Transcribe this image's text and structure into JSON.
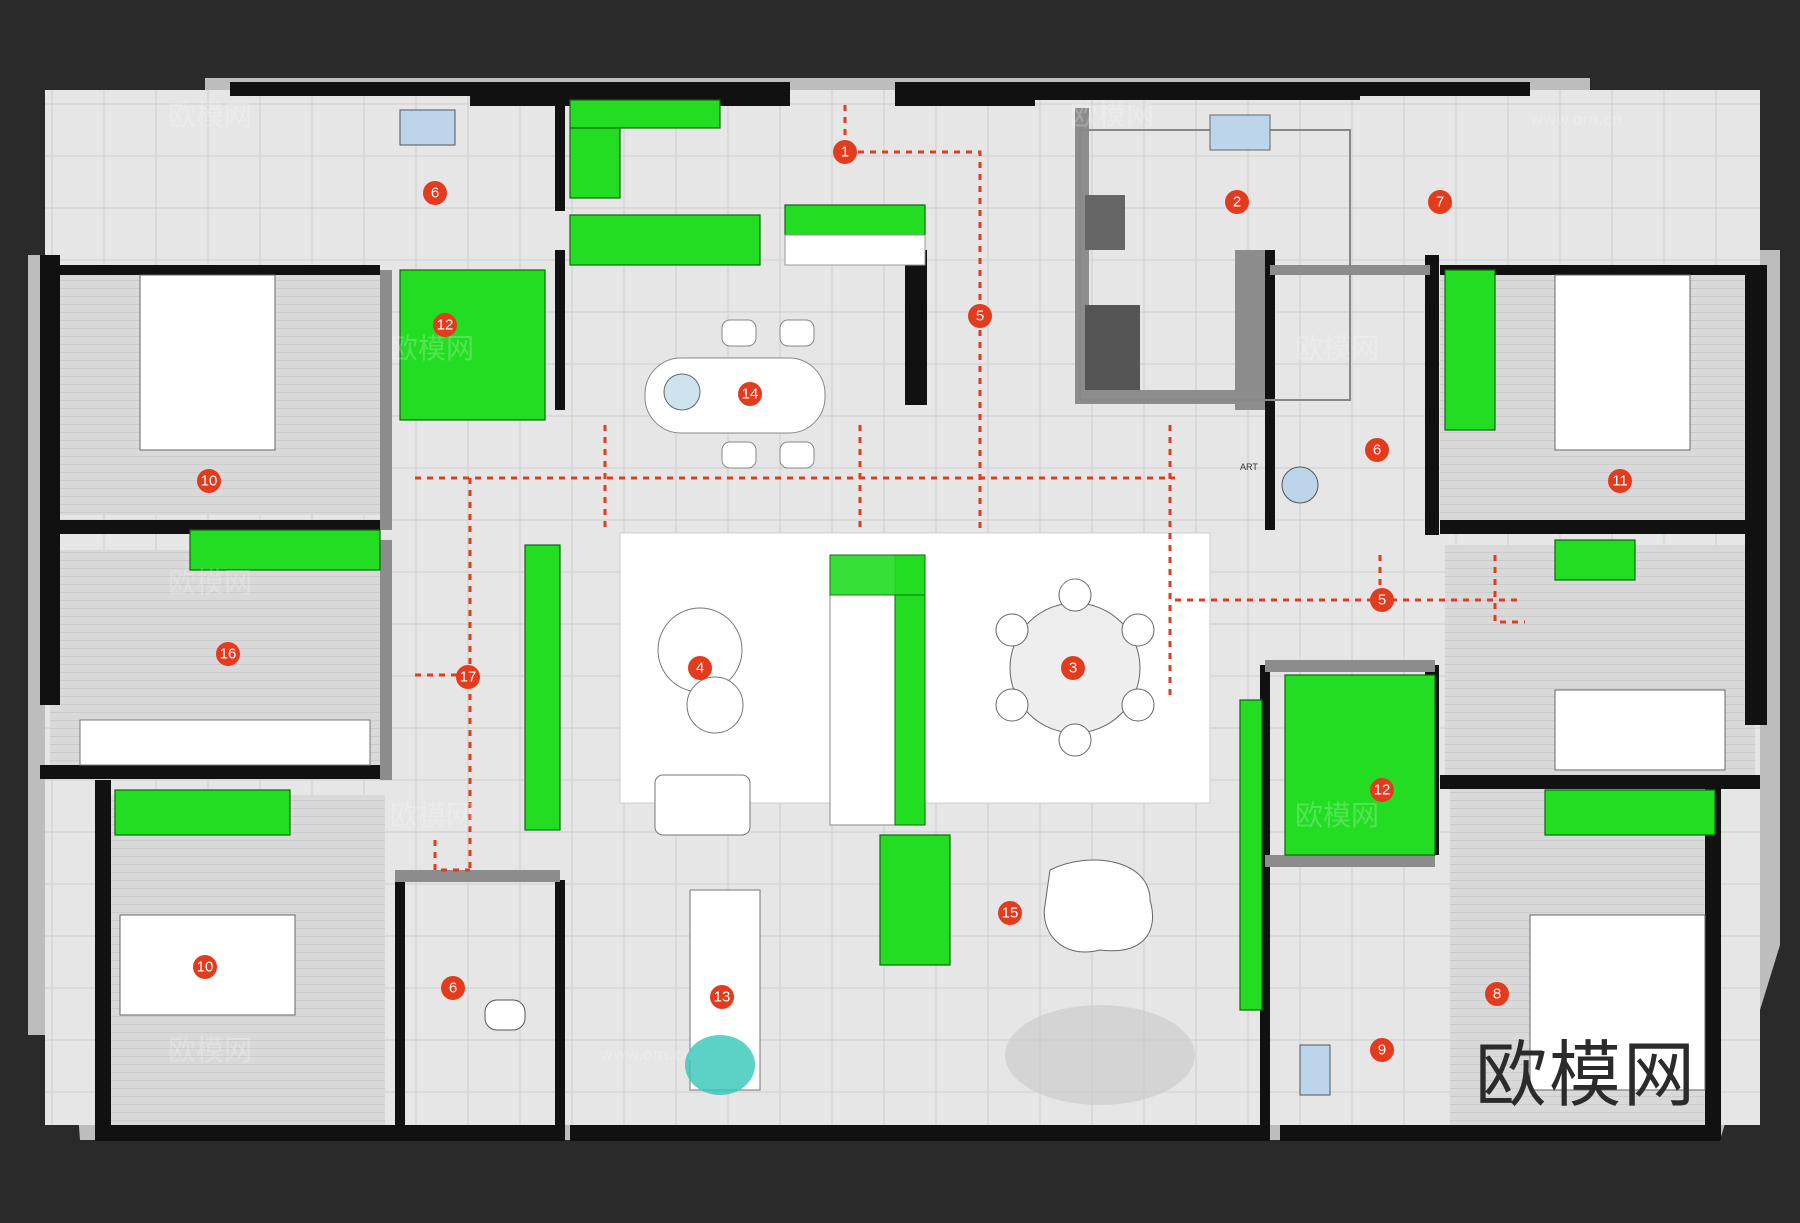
{
  "plan": {
    "colors": {
      "background": "#2a2a2a",
      "floor": "#e4e4e4",
      "wall": "#111111",
      "furniture_green": "#22dd22",
      "marker": "#e23b1e",
      "path": "#e23b1e"
    },
    "watermark": {
      "brand": "欧模网",
      "url": "www.om.cn",
      "art_label": "ART"
    }
  },
  "room_markers": [
    {
      "id": "m1",
      "label": "1"
    },
    {
      "id": "m2",
      "label": "2"
    },
    {
      "id": "m3",
      "label": "3"
    },
    {
      "id": "m4",
      "label": "4"
    },
    {
      "id": "m5a",
      "label": "5"
    },
    {
      "id": "m5b",
      "label": "5"
    },
    {
      "id": "m6a",
      "label": "6"
    },
    {
      "id": "m6b",
      "label": "6"
    },
    {
      "id": "m6c",
      "label": "6"
    },
    {
      "id": "m7",
      "label": "7"
    },
    {
      "id": "m8",
      "label": "8"
    },
    {
      "id": "m9",
      "label": "9"
    },
    {
      "id": "m10a",
      "label": "10"
    },
    {
      "id": "m10b",
      "label": "10"
    },
    {
      "id": "m11",
      "label": "11"
    },
    {
      "id": "m12a",
      "label": "12"
    },
    {
      "id": "m12b",
      "label": "12"
    },
    {
      "id": "m13",
      "label": "13"
    },
    {
      "id": "m14",
      "label": "14"
    },
    {
      "id": "m15",
      "label": "15"
    },
    {
      "id": "m16",
      "label": "16"
    },
    {
      "id": "m17",
      "label": "17"
    }
  ]
}
